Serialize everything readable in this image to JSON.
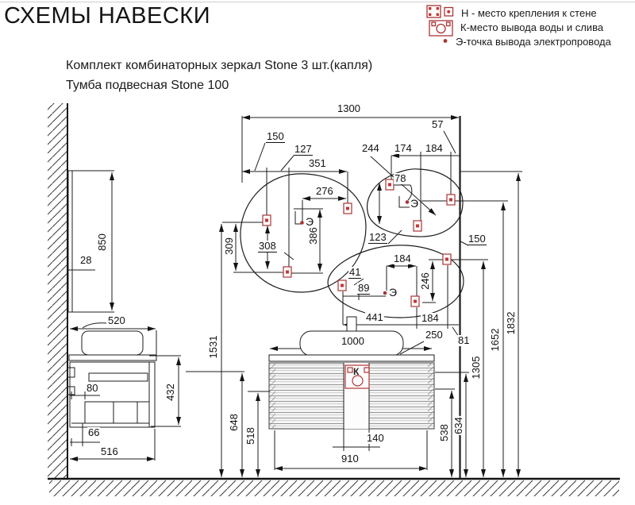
{
  "title": "СХЕМЫ НАВЕСКИ",
  "subtitle": {
    "line1": "Комплект комбинаторных зеркал Stone 3 шт.(капля)",
    "line2": "Тумба подвесная Stone 100"
  },
  "legend": {
    "mount_label": "Н - место крепления к стене",
    "water_label": "К-место вывода воды и слива",
    "electric_label": "Э-точка вывода электропровода"
  },
  "symbols": {
    "electric": "Э",
    "water": "К"
  },
  "colors": {
    "line": "#1c1c1c",
    "red": "#a83434",
    "bright_red": "#c03838"
  },
  "dims": {
    "d1300": "1300",
    "d150_top": "150",
    "d127": "127",
    "d351": "351",
    "d244": "244",
    "d174": "174",
    "d184_top": "184",
    "d57": "57",
    "d78": "78",
    "d276": "276",
    "d308": "308",
    "d123": "123",
    "d150_right": "150",
    "d184_m3": "184",
    "d41": "41",
    "d89": "89",
    "d441": "441",
    "d184_bot": "184",
    "d250": "250",
    "d81": "81",
    "d1000": "1000",
    "d520": "520",
    "d28": "28",
    "d850": "850",
    "d80": "80",
    "d66": "66",
    "d516": "516",
    "d140": "140",
    "d910": "910",
    "d309": "309",
    "d1531": "1531",
    "d386": "386",
    "d246": "246",
    "d432": "432",
    "d648": "648",
    "d518": "518",
    "d538": "538",
    "d634": "634",
    "d1305": "1305",
    "d1652": "1652",
    "d1832": "1832"
  }
}
